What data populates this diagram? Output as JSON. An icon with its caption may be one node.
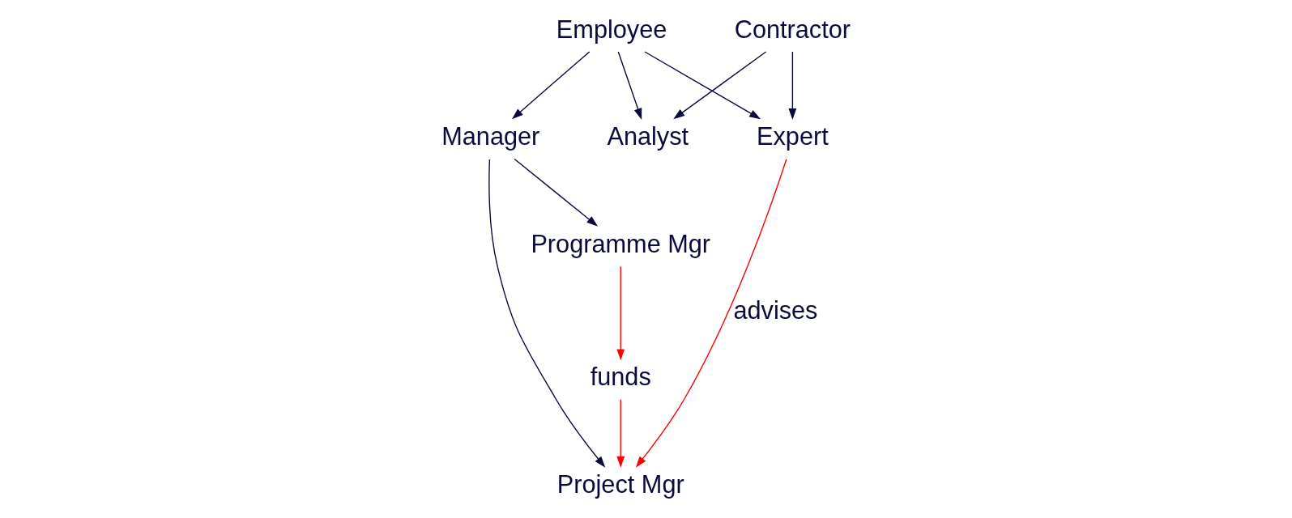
{
  "diagram": {
    "nodes": [
      {
        "text": [
          "Employee"
        ]
      },
      {
        "text": [
          "Contractor"
        ]
      },
      {
        "text": [
          "Manager"
        ]
      },
      {
        "text": [
          "Expert"
        ]
      },
      {
        "text": [
          "Analyst"
        ]
      },
      {
        "text": [
          "Programme Mgr"
        ]
      },
      {
        "text": [
          "Project Mgr"
        ]
      },
      {
        "text": [
          "funds"
        ]
      }
    ],
    "edges": [
      {
        "from": 0,
        "to": 2,
        "arrow": "to"
      },
      {
        "from": 0,
        "to": 3,
        "arrow": "to"
      },
      {
        "from": 0,
        "to": 4,
        "arrow": "to"
      },
      {
        "from": 1,
        "to": 3,
        "arrow": "to"
      },
      {
        "from": 1,
        "to": 4,
        "arrow": "to"
      },
      {
        "from": 2,
        "to": 5,
        "arrow": "to"
      },
      {
        "from": 2,
        "to": 6,
        "arrow": "to"
      },
      {
        "from": 3,
        "to": 6,
        "arrow": "to",
        "label": "advises",
        "color": "#ff0000"
      },
      {
        "from": 5,
        "to": 7,
        "arrow": "to",
        "color": "#ff0000"
      },
      {
        "from": 7,
        "to": 6,
        "arrow": "to",
        "color": "#ff0000"
      }
    ]
  }
}
